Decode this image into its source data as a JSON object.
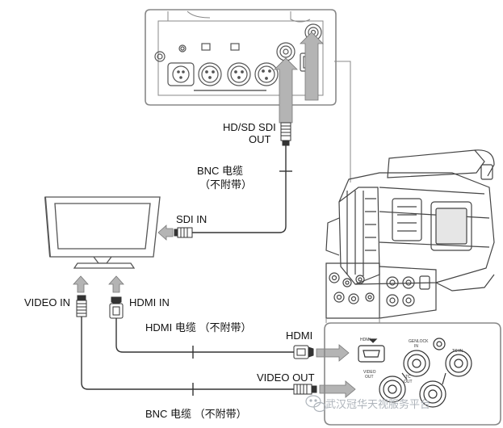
{
  "labels": {
    "sdi_out": "HD/SD SDI",
    "sdi_out_2": "OUT",
    "bnc_cable_top": "BNC 电缆",
    "bnc_cable_top_note": "（不附带）",
    "sdi_in": "SDI IN",
    "video_in": "VIDEO IN",
    "hdmi_in": "HDMI IN",
    "hdmi_cable": "HDMI 电缆 （不附带）",
    "hdmi_out": "HDMI",
    "video_out": "VIDEO OUT",
    "bnc_cable_bottom": "BNC 电缆 （不附带）"
  },
  "panel_labels": {
    "hdmi": "HDMI",
    "genlock": "GENLOCK",
    "genlock_in": "IN",
    "tc_in": "TC IN",
    "video_out_1": "VIDEO",
    "video_out_2": "OUT",
    "tc_out_1": "TC",
    "tc_out_2": "OUT"
  },
  "watermark": "武汉冠华天视服务平台",
  "colors": {
    "line": "#333333",
    "panel": "#888888",
    "arrow": "#b4b4b4",
    "watermark": "#aeb4bb"
  }
}
